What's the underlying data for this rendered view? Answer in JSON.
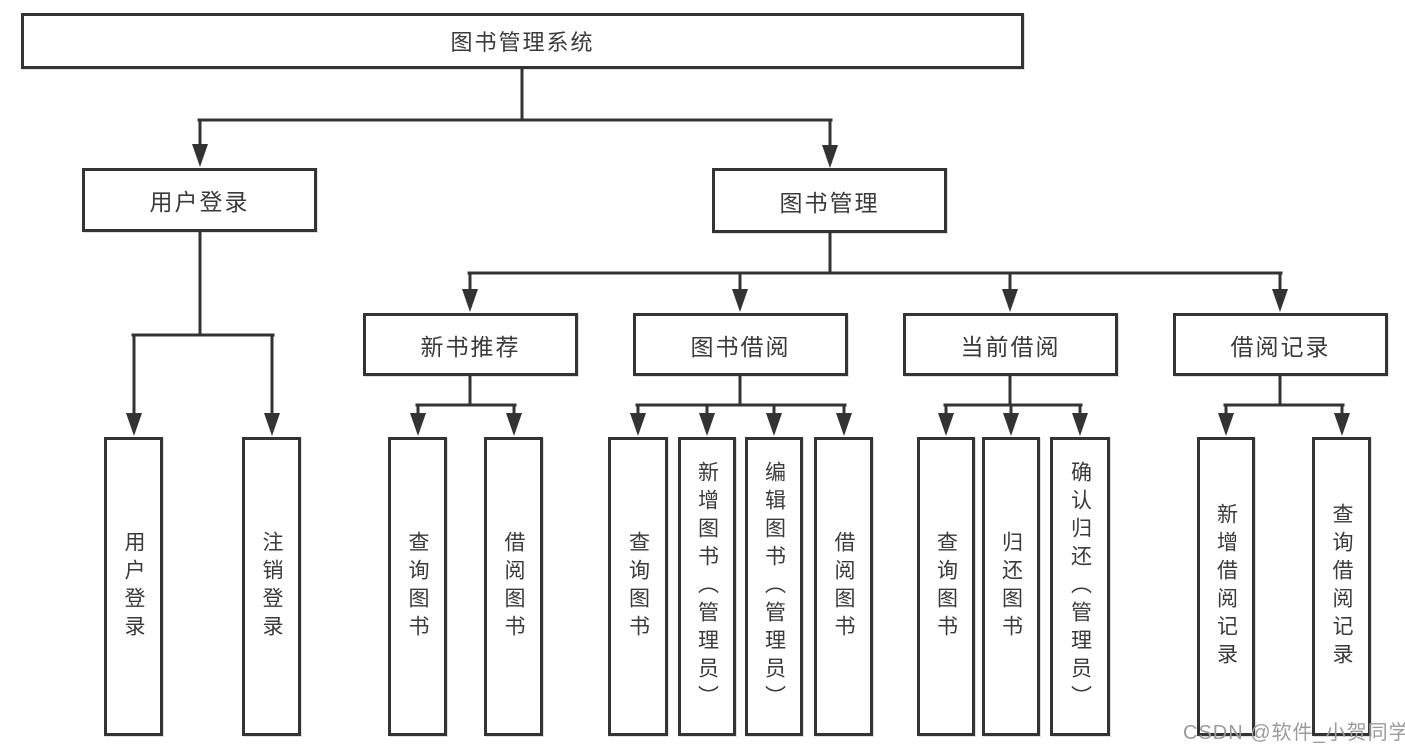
{
  "diagram": {
    "type": "hierarchy-tree",
    "title": "图书管理系统",
    "watermark": "CSDN @软件_小贺同学",
    "colors": {
      "line": "#333333",
      "box_border": "#333333",
      "box_fill": "#ffffff",
      "text": "#3a3a3a",
      "watermark": "#9b9b9b",
      "background": "#ffffff"
    },
    "tree": {
      "label": "图书管理系统",
      "children": [
        {
          "label": "用户登录",
          "children": [
            {
              "label": "用户登录"
            },
            {
              "label": "注销登录"
            }
          ]
        },
        {
          "label": "图书管理",
          "children": [
            {
              "label": "新书推荐",
              "children": [
                {
                  "label": "查询图书"
                },
                {
                  "label": "借阅图书"
                }
              ]
            },
            {
              "label": "图书借阅",
              "children": [
                {
                  "label": "查询图书"
                },
                {
                  "label": "新增图书（管理员）"
                },
                {
                  "label": "编辑图书（管理员）"
                },
                {
                  "label": "借阅图书"
                }
              ]
            },
            {
              "label": "当前借阅",
              "children": [
                {
                  "label": "查询图书"
                },
                {
                  "label": "归还图书"
                },
                {
                  "label": "确认归还（管理员）"
                }
              ]
            },
            {
              "label": "借阅记录",
              "children": [
                {
                  "label": "新增借阅记录"
                },
                {
                  "label": "查询借阅记录"
                }
              ]
            }
          ]
        }
      ]
    }
  }
}
